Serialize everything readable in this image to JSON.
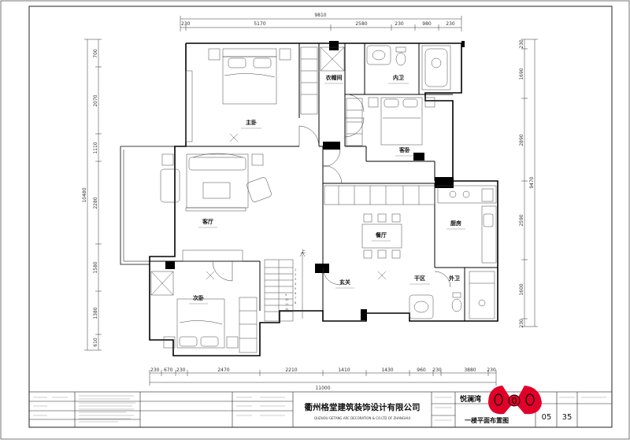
{
  "drawing": {
    "top_dims": [
      "9810",
      "230",
      "5170",
      "2580",
      "230",
      "980",
      "230"
    ],
    "bottom_dims": [
      "230",
      "670",
      "230",
      "2470",
      "2210",
      "1410",
      "1430",
      "960",
      "230",
      "3880",
      "230"
    ],
    "bottom_total": "11000",
    "left_dims": [
      "700",
      "2070",
      "1110",
      "2280",
      "1580",
      "1380",
      "610"
    ],
    "left_total": "10480",
    "right_dims": [
      "230",
      "1690",
      "2890",
      "2590",
      "1600",
      "230"
    ],
    "right_total": "9470",
    "rooms": {
      "master_bedroom": "主卧",
      "closet": "衣帽间",
      "inner_bath": "内卫",
      "guest_bedroom": "客卧",
      "living_room": "客厅",
      "dining_room": "餐厅",
      "kitchen": "厨房",
      "entrance": "玄关",
      "dry_area": "干区",
      "outer_bath": "外卫",
      "second_bedroom": "次卧"
    },
    "stair_label": "上",
    "stair_numbers": [
      "1",
      "2",
      "3",
      "4",
      "5",
      "6",
      "7",
      "8",
      "9",
      "10",
      "11",
      "12"
    ]
  },
  "title_block": {
    "company_cn": "衢州格堂建筑装饰设计有限公司",
    "company_en": "QUZHOU GETANG ARC DECORATION & CO.LTD OF ZHANGHUI",
    "project": "悦澜湾",
    "drawing_title": "一楼平面布置图",
    "sheet_no": "05",
    "total_sheets": "35"
  },
  "colors": {
    "stamp": "#e0002a",
    "ink": "#111111",
    "wall": "#000000"
  }
}
